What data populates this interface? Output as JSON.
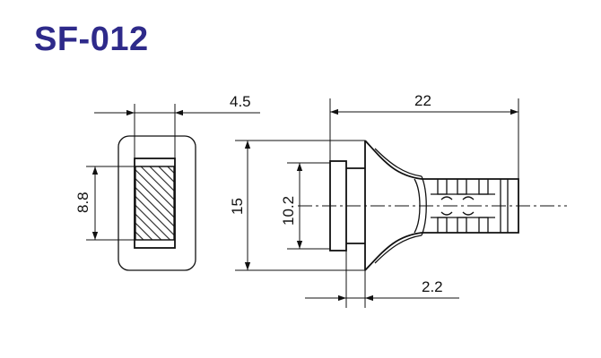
{
  "title": "SF-012",
  "dimensions": {
    "left_width": "4.5",
    "left_height": "8.8",
    "total_length": "22",
    "outer_height": "15",
    "inner_height": "10.2",
    "flange_thickness": "2.2"
  },
  "colors": {
    "title": "#2e2a8a",
    "line": "#111111"
  }
}
